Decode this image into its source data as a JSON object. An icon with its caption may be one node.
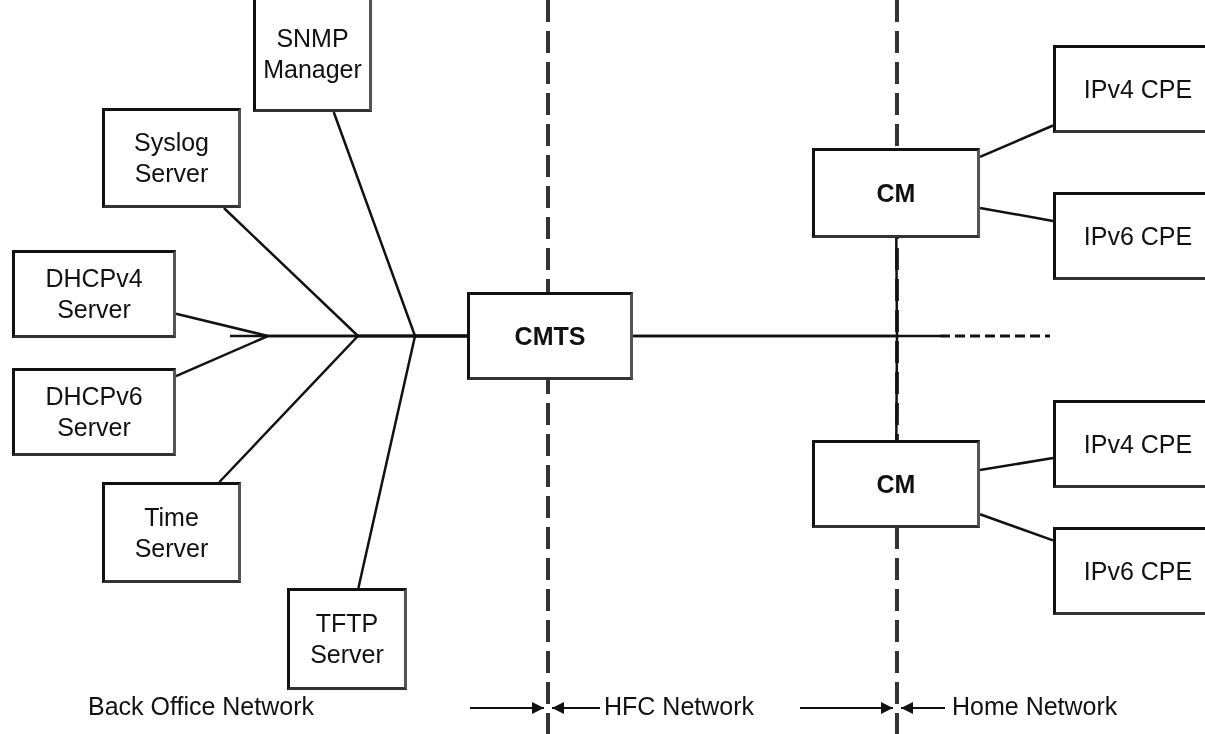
{
  "diagram": {
    "nodes": [
      {
        "text": [
          "SNMP Manager"
        ]
      },
      {
        "text": [
          "Syslog Server"
        ]
      },
      {
        "text": [
          "DHCPv4 Server"
        ]
      },
      {
        "text": [
          "DHCPv6 Server"
        ]
      },
      {
        "text": [
          "Time Server"
        ]
      },
      {
        "text": [
          "TFTP Server"
        ]
      },
      {
        "text": [
          "CMTS"
        ]
      },
      {
        "text": [
          "CM"
        ]
      },
      {
        "text": [
          "IPv4 CPE"
        ]
      },
      {
        "text": [
          "IPv6 CPE"
        ]
      },
      {
        "text": [
          "CM"
        ]
      },
      {
        "text": [
          "IPv4 CPE"
        ]
      },
      {
        "text": [
          "IPv6 CPE"
        ]
      }
    ],
    "edges": [
      {
        "from": 0,
        "to": 6,
        "arrow": "none"
      },
      {
        "from": 1,
        "to": 6,
        "arrow": "none"
      },
      {
        "from": 2,
        "to": 6,
        "arrow": "none"
      },
      {
        "from": 3,
        "to": 6,
        "arrow": "none"
      },
      {
        "from": 4,
        "to": 6,
        "arrow": "none"
      },
      {
        "from": 5,
        "to": 6,
        "arrow": "none"
      },
      {
        "from": 6,
        "to": 7,
        "arrow": "none"
      },
      {
        "from": 6,
        "to": 10,
        "arrow": "none"
      },
      {
        "from": 7,
        "to": 8,
        "arrow": "none"
      },
      {
        "from": 7,
        "to": 9,
        "arrow": "none"
      },
      {
        "from": 10,
        "to": 11,
        "arrow": "none"
      },
      {
        "from": 10,
        "to": 12,
        "arrow": "none"
      }
    ],
    "labels": [
      "Back Office Network",
      "HFC Network",
      "Home Network"
    ]
  }
}
